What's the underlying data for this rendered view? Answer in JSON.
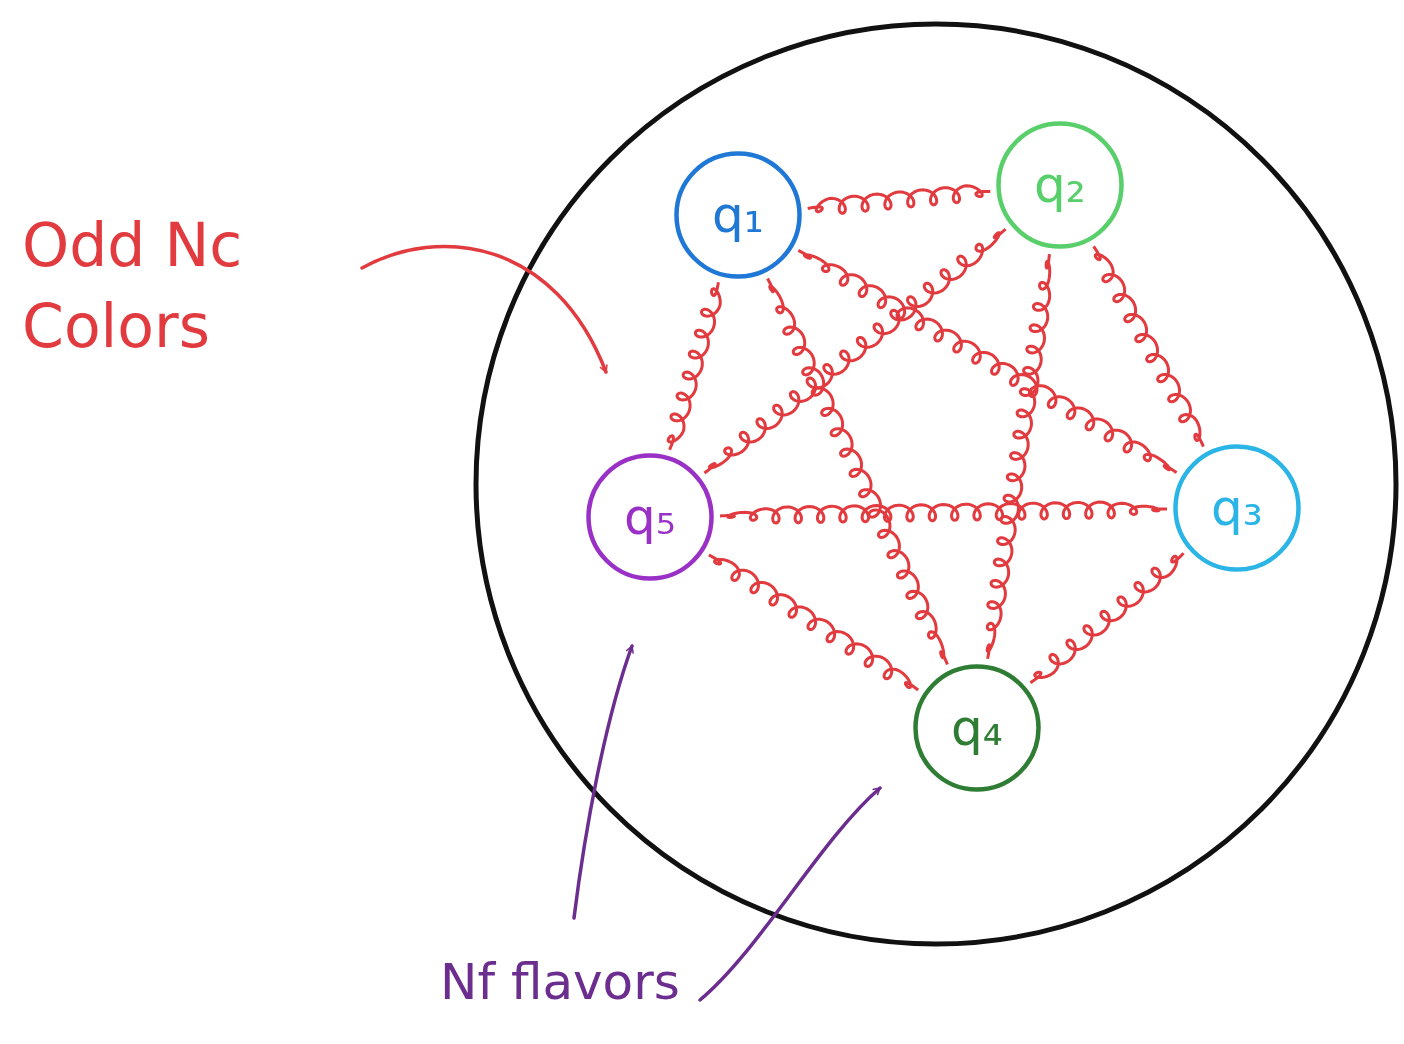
{
  "diagram": {
    "nodes": [
      {
        "text": [
          "q₁"
        ]
      },
      {
        "text": [
          "q₂"
        ]
      },
      {
        "text": [
          "q₃"
        ]
      },
      {
        "text": [
          "q₄"
        ]
      },
      {
        "text": [
          "q₅"
        ]
      }
    ],
    "edges": [
      {
        "from": 0,
        "to": 1,
        "arrow": "none"
      },
      {
        "from": 0,
        "to": 4,
        "arrow": "none"
      },
      {
        "from": 1,
        "to": 2,
        "arrow": "none"
      },
      {
        "from": 2,
        "to": 3,
        "arrow": "none"
      },
      {
        "from": 4,
        "to": 3,
        "arrow": "none"
      },
      {
        "from": 0,
        "to": 2,
        "arrow": "none"
      },
      {
        "from": 0,
        "to": 3,
        "arrow": "none"
      },
      {
        "from": 1,
        "to": 3,
        "arrow": "none"
      },
      {
        "from": 1,
        "to": 4,
        "arrow": "none"
      },
      {
        "from": 4,
        "to": 2,
        "arrow": "none"
      }
    ],
    "labels": [
      "Odd Nc Colors",
      "Nf flavors"
    ]
  }
}
